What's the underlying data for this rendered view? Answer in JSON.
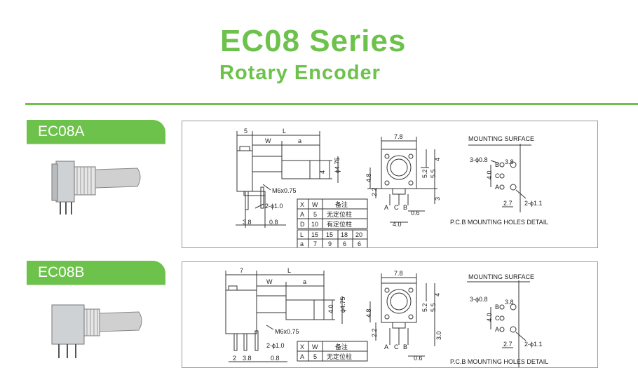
{
  "header": {
    "title": "EC08 Series",
    "subtitle": "Rotary Encoder"
  },
  "colors": {
    "accent": "#6cc24a",
    "line": "#333333",
    "border": "#9a9a9a"
  },
  "sections": [
    {
      "label": "EC08A",
      "side_dims": {
        "d5": "5",
        "dL": "L",
        "dW": "W",
        "da": "a",
        "d4": "4",
        "dphi": "ϕ4.75",
        "thread": "M6x0.75",
        "pin": "2-ϕ1.0",
        "d38": "3.8",
        "d08": "0.8"
      },
      "table": {
        "rows": [
          [
            "X",
            "W",
            "备注"
          ],
          [
            "A",
            "5",
            "无定位柱"
          ],
          [
            "D",
            "10",
            "有定位柱"
          ]
        ],
        "L_row": [
          "L",
          "15",
          "15",
          "18",
          "20"
        ],
        "a_row": [
          "a",
          "7",
          "9",
          "6",
          "6"
        ]
      },
      "front_dims": {
        "d78": "7.8",
        "d48": "4.8",
        "d22": "2.2",
        "d52": "5.2",
        "d55": "5.5",
        "d4": "4",
        "d3": "3",
        "d06": "0.6",
        "d40": "4.0",
        "pinA": "A",
        "pinC": "C",
        "pinB": "B"
      },
      "pcb": {
        "mount": "MOUNTING SURFACE",
        "holes3": "3-ϕ0.8",
        "d38": "3.8",
        "d40": "4.0",
        "d27": "2.7",
        "holes2": "2-ϕ1.1",
        "B": "B",
        "C": "C",
        "A": "A",
        "detail": "P.C.B MOUNTING HOLES DETAIL"
      }
    },
    {
      "label": "EC08B",
      "side_dims": {
        "d7": "7",
        "dL": "L",
        "dW": "W",
        "da": "a",
        "d40": "4.0",
        "dphi": "ϕ4.75",
        "thread": "M6x0.75",
        "pin": "2-ϕ1.0",
        "d2": "2",
        "d38": "3.8",
        "d08": "0.8"
      },
      "table": {
        "rows": [
          [
            "X",
            "W",
            "备注"
          ],
          [
            "A",
            "5",
            "无定位柱"
          ]
        ]
      },
      "front_dims": {
        "d78": "7.8",
        "d48": "4.8",
        "d22": "2.2",
        "d52": "5.2",
        "d55": "5.5",
        "d4": "4",
        "d30": "3.0",
        "d06": "0.6",
        "pinA": "A",
        "pinC": "C",
        "pinB": "B"
      },
      "pcb": {
        "mount": "MOUNTING SURFACE",
        "holes3": "3-ϕ0.8",
        "d38": "3.8",
        "d40": "4.0",
        "d27": "2.7",
        "holes2": "2-ϕ1.1",
        "B": "B",
        "C": "C",
        "A": "A",
        "detail": "P.C.B MOUNTING HOLES DETAIL"
      }
    }
  ]
}
